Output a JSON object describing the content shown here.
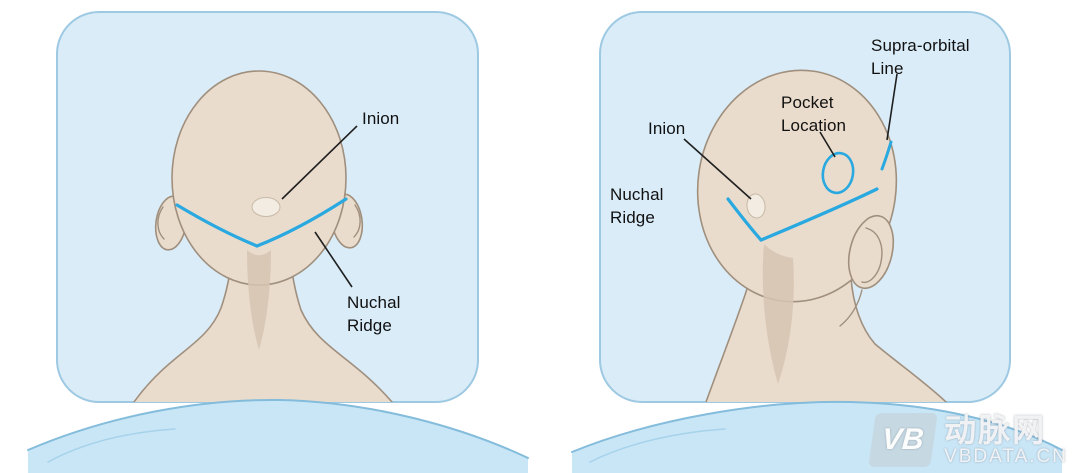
{
  "figure": {
    "panels": {
      "left": {
        "labels": {
          "inion": "Inion",
          "nuchal_ridge": "Nuchal\nRidge"
        }
      },
      "right": {
        "labels": {
          "inion": "Inion",
          "nuchal_ridge": "Nuchal\nRidge",
          "pocket_location": "Pocket\nLocation",
          "supra_orbital_line": "Supra-orbital\nLine"
        }
      }
    },
    "watermark": {
      "logo": "VB",
      "brand": "动脉网",
      "site": "VBDATA.CN"
    },
    "colors": {
      "panel_background": "#d9ecf8",
      "marker_blue": "#2aa9e0",
      "skin": "#e9dccd"
    }
  }
}
